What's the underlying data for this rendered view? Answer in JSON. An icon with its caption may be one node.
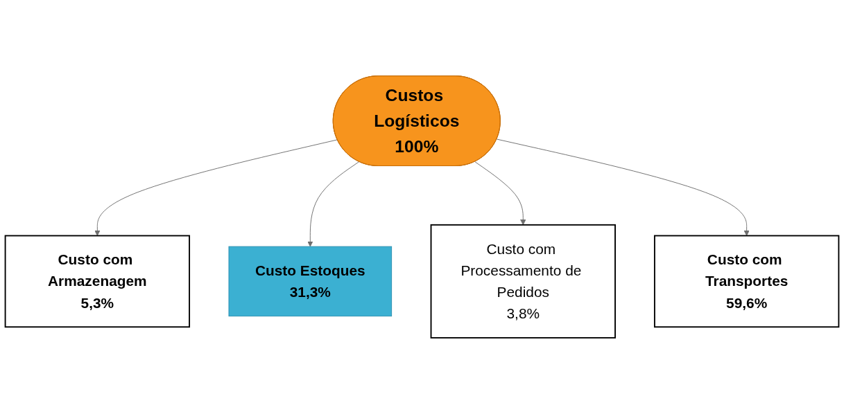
{
  "diagram": {
    "nodes": [
      {
        "text": [
          "Custo com Armazenagem",
          "5,3%"
        ]
      },
      {
        "text": [
          "Custo Estoques",
          "31,3%"
        ]
      },
      {
        "text": [
          "Custos Logísticos",
          "100%"
        ]
      },
      {
        "text": [
          "Custo com Processamento de Pedidos",
          "3,8%"
        ]
      },
      {
        "text": [
          "Custo com Transportes",
          "59,6%"
        ]
      }
    ],
    "edges": [
      {
        "from": 2,
        "to": 0,
        "arrow": "to"
      },
      {
        "from": 2,
        "to": 1,
        "arrow": "to"
      },
      {
        "from": 2,
        "to": 3,
        "arrow": "to"
      },
      {
        "from": 2,
        "to": 4,
        "arrow": "to"
      }
    ]
  }
}
